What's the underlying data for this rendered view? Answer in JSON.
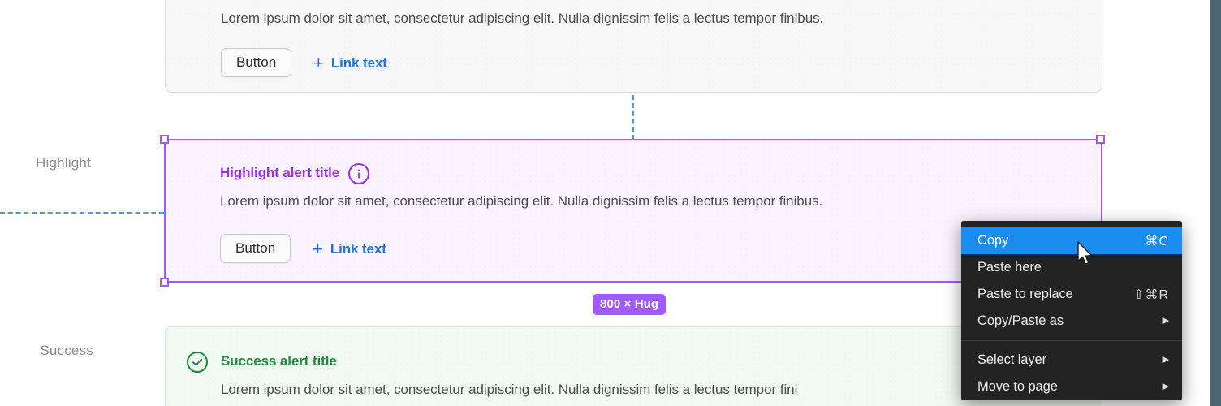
{
  "canvas": {
    "row_labels": [
      {
        "id": "highlight",
        "text": "Highlight"
      },
      {
        "id": "success",
        "text": "Success"
      }
    ],
    "size_badge": "800 × Hug",
    "selection_color": "#a259ff",
    "guide_color": "#3b9bff"
  },
  "alerts": [
    {
      "id": "top",
      "title": "",
      "body": "Lorem ipsum dolor sit amet, consectetur adipiscing elit. Nulla dignissim felis a lectus tempor finibus.",
      "button_label": "Button",
      "link_label": "Link text",
      "accent": "#dcdcdc"
    },
    {
      "id": "highlight",
      "title": "Highlight alert title",
      "body": "Lorem ipsum dolor sit amet, consectetur adipiscing elit. Nulla dignissim felis a lectus tempor finibus.",
      "button_label": "Button",
      "link_label": "Link text",
      "accent": "#9b30e8",
      "icon": "info-icon"
    },
    {
      "id": "success",
      "title": "Success alert title",
      "body": "Lorem ipsum dolor sit amet, consectetur adipiscing elit. Nulla dignissim felis a lectus tempor fini",
      "accent": "#1e8a3c",
      "icon": "check-circle-icon"
    }
  ],
  "context_menu": {
    "items": [
      {
        "label": "Copy",
        "shortcut": "⌘C",
        "submenu": false,
        "selected": true
      },
      {
        "label": "Paste here",
        "shortcut": "",
        "submenu": false,
        "selected": false
      },
      {
        "label": "Paste to replace",
        "shortcut": "⇧⌘R",
        "submenu": false,
        "selected": false
      },
      {
        "label": "Copy/Paste as",
        "shortcut": "",
        "submenu": true,
        "selected": false
      },
      {
        "label": "Select layer",
        "shortcut": "",
        "submenu": true,
        "selected": false
      },
      {
        "label": "Move to page",
        "shortcut": "",
        "submenu": true,
        "selected": false
      }
    ],
    "highlight_color": "#1a8cf0",
    "background_color": "#232323"
  }
}
